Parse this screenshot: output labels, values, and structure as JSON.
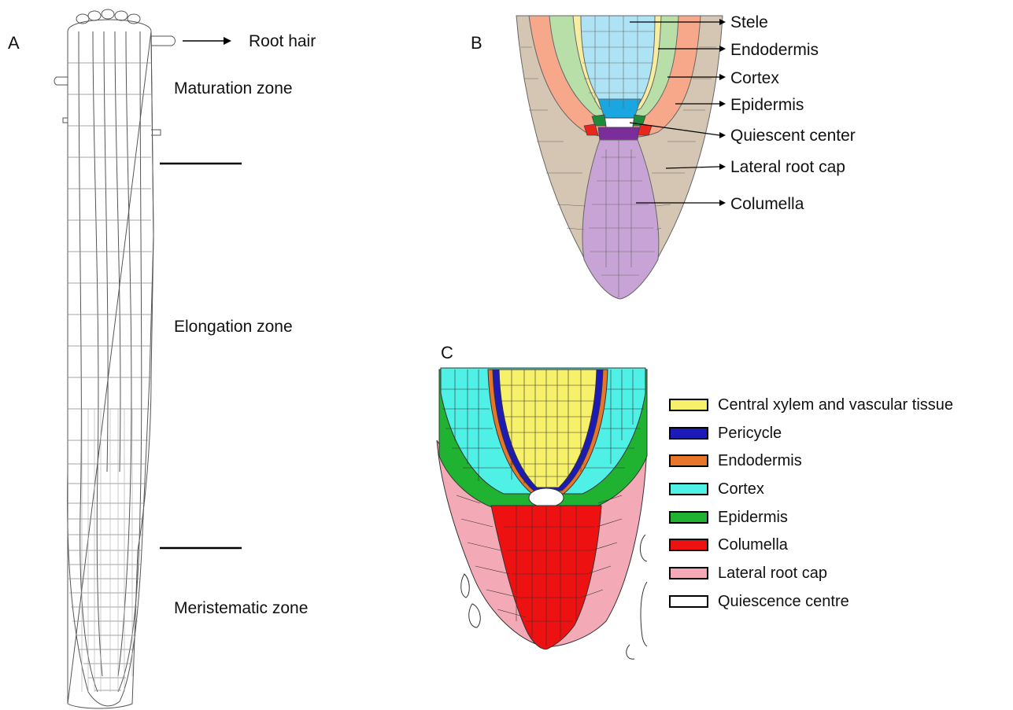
{
  "panels": {
    "a": {
      "letter": "A",
      "labels": {
        "root_hair": "Root hair",
        "maturation": "Maturation zone",
        "elongation": "Elongation zone",
        "meristematic": "Meristematic zone"
      }
    },
    "b": {
      "letter": "B",
      "labels": {
        "stele": "Stele",
        "endodermis": "Endodermis",
        "cortex": "Cortex",
        "epidermis": "Epidermis",
        "quiescent": "Quiescent center",
        "lateral_root_cap": "Lateral root cap",
        "columella": "Columella"
      },
      "colors": {
        "stele": "#aee3f5",
        "stele_initials": "#1aa6e0",
        "endodermis": "#f7eda0",
        "cortex": "#b9dfa8",
        "epidermis": "#f7a88a",
        "lateral_root_cap": "#d4c6b2",
        "columella": "#c8a4d6",
        "columella_initials": "#7b2e9a",
        "epidermis_initials": "#e8261c",
        "cortex_initials": "#1e8a3c",
        "quiescent": "#ffffff"
      }
    },
    "c": {
      "letter": "C",
      "legend": [
        {
          "label": "Central xylem and vascular tissue",
          "color": "#f7f06a"
        },
        {
          "label": "Pericycle",
          "color": "#1c1ab8"
        },
        {
          "label": "Endodermis",
          "color": "#e8762a"
        },
        {
          "label": "Cortex",
          "color": "#4ff0e6"
        },
        {
          "label": "Epidermis",
          "color": "#1fb331"
        },
        {
          "label": "Columella",
          "color": "#ee1111"
        },
        {
          "label": "Lateral root cap",
          "color": "#f4a9b6"
        },
        {
          "label": "Quiescence centre",
          "color": "#ffffff"
        }
      ]
    }
  }
}
